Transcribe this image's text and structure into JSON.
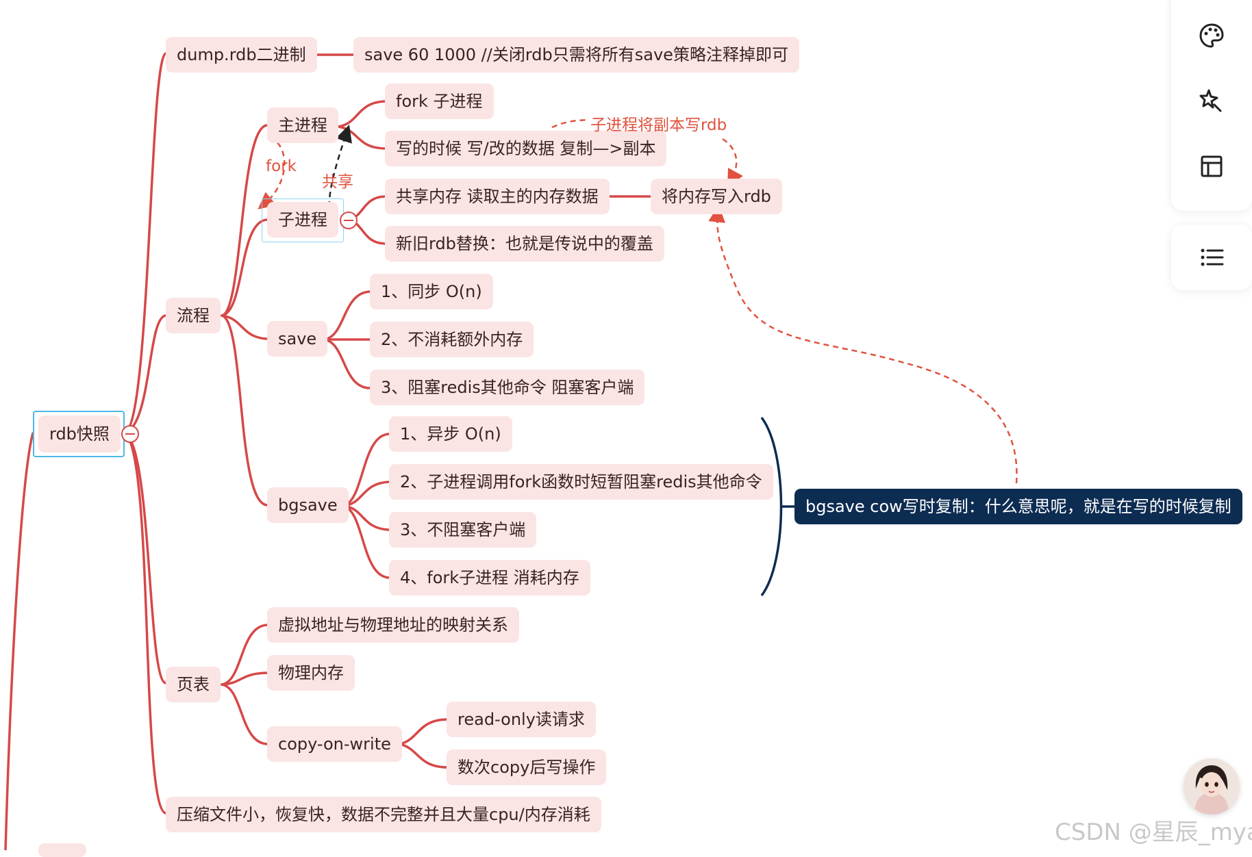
{
  "mindmap": {
    "root": {
      "label": "rdb快照"
    },
    "branches": {
      "dump": {
        "label": "dump.rdb二进制",
        "detail": "save 60 1000 //关闭rdb只需将所有save策略注释掉即可"
      },
      "flow": {
        "label": "流程",
        "main_process": {
          "label": "主进程",
          "children": [
            "fork 子进程",
            "写的时候 写/改的数据 复制—>副本"
          ]
        },
        "child_process": {
          "label": "子进程",
          "children": [
            "共享内存 读取主的内存数据",
            "新旧rdb替换：也就是传说中的覆盖"
          ],
          "write_rdb": "将内存写入rdb"
        },
        "save": {
          "label": "save",
          "children": [
            "1、同步 O(n)",
            "2、不消耗额外内存",
            "3、阻塞redis其他命令 阻塞客户端"
          ]
        },
        "bgsave": {
          "label": "bgsave",
          "children": [
            "1、异步 O(n)",
            "2、子进程调用fork函数时短暂阻塞redis其他命令",
            "3、不阻塞客户端",
            "4、fork子进程 消耗内存"
          ],
          "summary": "bgsave  cow写时复制：什么意思呢，就是在写的时候复制"
        }
      },
      "page_table": {
        "label": "页表",
        "children": [
          "虚拟地址与物理地址的映射关系",
          "物理内存"
        ],
        "cow": {
          "label": "copy-on-write",
          "children": [
            "read-only读请求",
            "数次copy后写操作"
          ]
        }
      },
      "conclusion": {
        "label": "压缩文件小，恢复快，数据不完整并且大量cpu/内存消耗"
      }
    },
    "annotations": {
      "fork": "fork",
      "share": "共享",
      "child_writes": "子进程将副本写rdb"
    }
  },
  "toolbar": {
    "icons": [
      "palette-icon",
      "sparkle-icon",
      "layout-icon",
      "outline-list-icon"
    ]
  },
  "watermark": "CSDN @星辰_mya",
  "colors": {
    "branch": "#d64848",
    "node_bg": "#fbe4e4",
    "summary_bg": "#0d2c52",
    "annotation": "#e0523f",
    "selection": "#4fb6e8"
  }
}
